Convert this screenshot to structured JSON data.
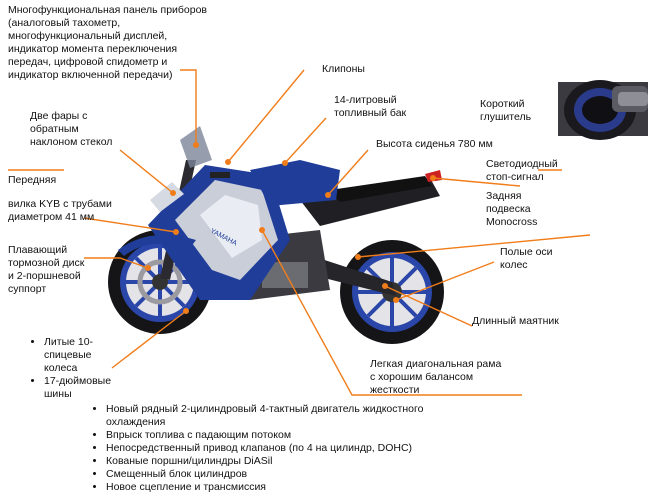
{
  "labels": {
    "dashboard": "Многофункциональная панель приборов\n(аналоговый тахометр,\nмногофункциональный дисплей,\nиндикатор момента переключения\nпередач, цифровой спидометр и\nиндикатор включенной передачи)",
    "clipons": "Клипоны",
    "tank": "14-литровый\nтопливный бак",
    "muffler": "Короткий\nглушитель",
    "headlights": "Две фары с\nобратным\nнаклоном стекол",
    "seat": "Высота сиденья 780 мм",
    "brakelight": "Светодиодный\nстоп-сигнал",
    "fork_title": "Передняя",
    "fork_text": "вилка KYB с трубами\nдиаметром 41 мм",
    "rear_susp": "Задняя\nподвеска\nMonocross",
    "disc": "Плавающий\nтормозной диск\nи 2-поршневой\nсуппорт",
    "axles": "Полые оси\nколес",
    "swingarm": "Длинный маятник",
    "frame": "Легкая диагональная рама\nс хорошим балансом\nжесткости"
  },
  "wheels_list": [
    "Литые 10-\nспицевые\nколеса",
    "17-дюймовые\nшины"
  ],
  "engine_list": [
    "Новый рядный 2-цилиндровый 4-тактный двигатель жидкостного\nохлаждения",
    "Впрыск топлива с падающим потоком",
    "Непосредственный привод клапанов (по 4 на цилиндр, DOHC)",
    "Кованые поршни/цилиндры DiASil",
    "Смещенный блок цилиндров",
    "Новое сцепление и трансмиссия"
  ],
  "brand": "YAMAHA",
  "colors": {
    "leader": "#f07d1a",
    "blue": "#1f3d99",
    "dark": "#1b1b1f"
  }
}
